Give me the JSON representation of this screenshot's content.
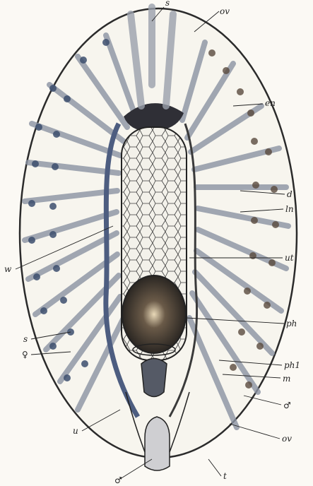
{
  "figure": {
    "labels": {
      "top": "s",
      "ov_top": "ov",
      "en": "en",
      "d": "d",
      "ln": "ln",
      "ut": "ut",
      "w_left": "w",
      "ph": "ph",
      "ph1": "ph1",
      "m": "m",
      "male": "♂",
      "ov_bottom": "ov",
      "t": "t",
      "u": "u",
      "s_left": "s",
      "female": "♀",
      "bottom": "♂"
    }
  }
}
